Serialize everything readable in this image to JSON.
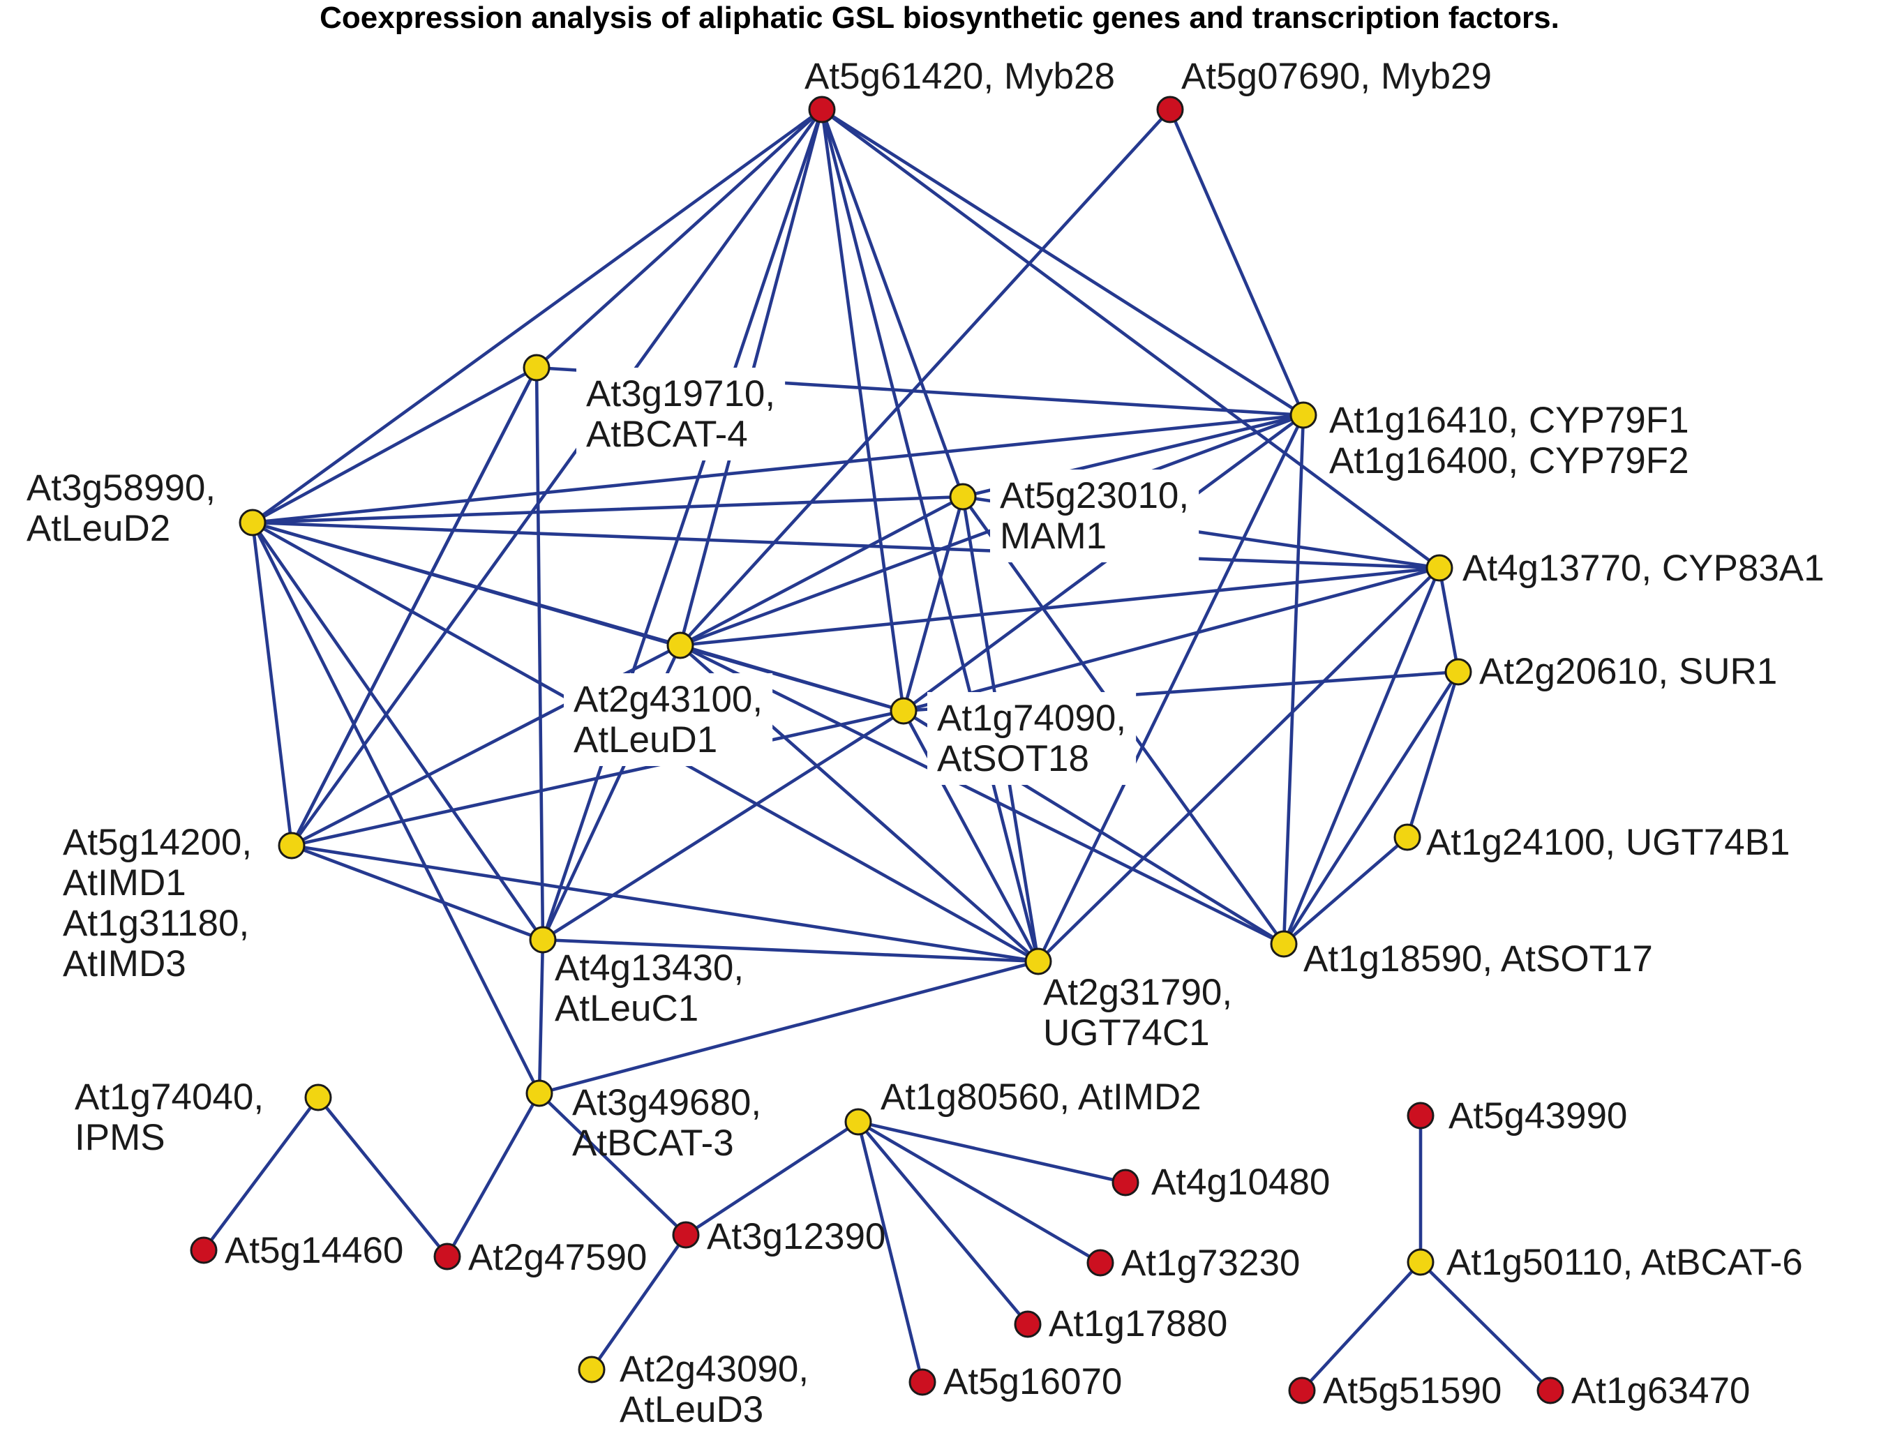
{
  "title": "Coexpression analysis of aliphatic GSL biosynthetic genes and transcription factors.",
  "colors": {
    "edge": "#25398f",
    "transcription_factor_node": "#cc1020",
    "biosynthetic_gene_node": "#f2d511"
  },
  "nodes": [
    {
      "id": "myb28",
      "label": [
        "At5g61420, Myb28"
      ],
      "color": "red"
    },
    {
      "id": "myb29",
      "label": [
        "At5g07690, Myb29"
      ],
      "color": "red"
    },
    {
      "id": "bcat4",
      "label": [
        "At3g19710,",
        "AtBCAT-4"
      ],
      "color": "yellow"
    },
    {
      "id": "cyp79f",
      "label": [
        "At1g16410, CYP79F1",
        "At1g16400, CYP79F2"
      ],
      "color": "yellow"
    },
    {
      "id": "leud2",
      "label": [
        "At3g58990,",
        "AtLeuD2"
      ],
      "color": "yellow"
    },
    {
      "id": "mam1",
      "label": [
        "At5g23010,",
        "MAM1"
      ],
      "color": "yellow"
    },
    {
      "id": "cyp83a1",
      "label": [
        "At4g13770, CYP83A1"
      ],
      "color": "yellow"
    },
    {
      "id": "leud1",
      "label": [
        "At2g43100,",
        "AtLeuD1"
      ],
      "color": "yellow"
    },
    {
      "id": "sur1",
      "label": [
        "At2g20610, SUR1"
      ],
      "color": "yellow"
    },
    {
      "id": "sot18",
      "label": [
        "At1g74090,",
        "AtSOT18"
      ],
      "color": "yellow"
    },
    {
      "id": "imd1",
      "label": [
        "At5g14200,",
        "AtIMD1",
        "At1g31180,",
        "AtIMD3"
      ],
      "color": "yellow"
    },
    {
      "id": "ugt74b1",
      "label": [
        "At1g24100, UGT74B1"
      ],
      "color": "yellow"
    },
    {
      "id": "leuc1",
      "label": [
        "At4g13430,",
        "AtLeuC1"
      ],
      "color": "yellow"
    },
    {
      "id": "ugt74c1",
      "label": [
        "At2g31790,",
        "UGT74C1"
      ],
      "color": "yellow"
    },
    {
      "id": "sot17",
      "label": [
        "At1g18590, AtSOT17"
      ],
      "color": "yellow"
    },
    {
      "id": "ipms",
      "label": [
        "At1g74040,",
        "IPMS"
      ],
      "color": "yellow"
    },
    {
      "id": "bcat3",
      "label": [
        "At3g49680,",
        "AtBCAT-3"
      ],
      "color": "yellow"
    },
    {
      "id": "imd2",
      "label": [
        "At1g80560, AtIMD2"
      ],
      "color": "yellow"
    },
    {
      "id": "at5g43990",
      "label": [
        "At5g43990"
      ],
      "color": "red"
    },
    {
      "id": "at4g10480",
      "label": [
        "At4g10480"
      ],
      "color": "red"
    },
    {
      "id": "at5g14460",
      "label": [
        "At5g14460"
      ],
      "color": "red"
    },
    {
      "id": "at2g47590",
      "label": [
        "At2g47590"
      ],
      "color": "red"
    },
    {
      "id": "at3g12390",
      "label": [
        "At3g12390"
      ],
      "color": "red"
    },
    {
      "id": "at1g73230",
      "label": [
        "At1g73230"
      ],
      "color": "red"
    },
    {
      "id": "bcat6",
      "label": [
        "At1g50110, AtBCAT-6"
      ],
      "color": "yellow"
    },
    {
      "id": "at1g17880",
      "label": [
        "At1g17880"
      ],
      "color": "red"
    },
    {
      "id": "leud3",
      "label": [
        "At2g43090,",
        "AtLeuD3"
      ],
      "color": "yellow"
    },
    {
      "id": "at5g16070",
      "label": [
        "At5g16070"
      ],
      "color": "red"
    },
    {
      "id": "at5g51590",
      "label": [
        "At5g51590"
      ],
      "color": "red"
    },
    {
      "id": "at1g63470",
      "label": [
        "At1g63470"
      ],
      "color": "red"
    }
  ],
  "edges": [
    [
      "myb28",
      "leud2"
    ],
    [
      "myb28",
      "imd1"
    ],
    [
      "myb28",
      "leud1"
    ],
    [
      "myb28",
      "bcat4"
    ],
    [
      "myb28",
      "sot18"
    ],
    [
      "myb28",
      "mam1"
    ],
    [
      "myb28",
      "cyp79f"
    ],
    [
      "myb28",
      "cyp83a1"
    ],
    [
      "myb28",
      "ugt74c1"
    ],
    [
      "myb28",
      "leuc1"
    ],
    [
      "myb29",
      "cyp79f"
    ],
    [
      "myb29",
      "leud1"
    ],
    [
      "bcat4",
      "cyp79f"
    ],
    [
      "bcat4",
      "leud2"
    ],
    [
      "bcat4",
      "imd1"
    ],
    [
      "bcat4",
      "leuc1"
    ],
    [
      "cyp79f",
      "leud2"
    ],
    [
      "cyp79f",
      "mam1"
    ],
    [
      "cyp79f",
      "leud1"
    ],
    [
      "cyp79f",
      "sot18"
    ],
    [
      "cyp79f",
      "sot17"
    ],
    [
      "cyp79f",
      "ugt74c1"
    ],
    [
      "leud2",
      "mam1"
    ],
    [
      "leud2",
      "cyp83a1"
    ],
    [
      "leud2",
      "leud1"
    ],
    [
      "leud2",
      "sot18"
    ],
    [
      "leud2",
      "imd1"
    ],
    [
      "leud2",
      "leuc1"
    ],
    [
      "leud2",
      "ugt74c1"
    ],
    [
      "leud2",
      "bcat3"
    ],
    [
      "mam1",
      "cyp83a1"
    ],
    [
      "mam1",
      "leud1"
    ],
    [
      "mam1",
      "sot18"
    ],
    [
      "mam1",
      "ugt74c1"
    ],
    [
      "mam1",
      "sot17"
    ],
    [
      "cyp83a1",
      "leud1"
    ],
    [
      "cyp83a1",
      "sot18"
    ],
    [
      "cyp83a1",
      "sur1"
    ],
    [
      "cyp83a1",
      "sot17"
    ],
    [
      "cyp83a1",
      "ugt74c1"
    ],
    [
      "leud1",
      "sot18"
    ],
    [
      "leud1",
      "imd1"
    ],
    [
      "leud1",
      "leuc1"
    ],
    [
      "leud1",
      "ugt74c1"
    ],
    [
      "leud1",
      "sot17"
    ],
    [
      "sur1",
      "sot18"
    ],
    [
      "sur1",
      "ugt74b1"
    ],
    [
      "sur1",
      "sot17"
    ],
    [
      "sot18",
      "imd1"
    ],
    [
      "sot18",
      "leuc1"
    ],
    [
      "sot18",
      "ugt74c1"
    ],
    [
      "sot18",
      "sot17"
    ],
    [
      "imd1",
      "leuc1"
    ],
    [
      "imd1",
      "ugt74c1"
    ],
    [
      "imd1",
      "bcat4"
    ],
    [
      "ugt74b1",
      "sot17"
    ],
    [
      "leuc1",
      "ugt74c1"
    ],
    [
      "leuc1",
      "bcat3"
    ],
    [
      "ugt74c1",
      "bcat3"
    ],
    [
      "ipms",
      "at5g14460"
    ],
    [
      "ipms",
      "at2g47590"
    ],
    [
      "bcat3",
      "at2g47590"
    ],
    [
      "bcat3",
      "at3g12390"
    ],
    [
      "imd2",
      "at3g12390"
    ],
    [
      "imd2",
      "at4g10480"
    ],
    [
      "imd2",
      "at1g73230"
    ],
    [
      "imd2",
      "at1g17880"
    ],
    [
      "imd2",
      "at5g16070"
    ],
    [
      "at3g12390",
      "leud3"
    ],
    [
      "bcat6",
      "at5g43990"
    ],
    [
      "bcat6",
      "at5g51590"
    ],
    [
      "bcat6",
      "at1g63470"
    ]
  ]
}
